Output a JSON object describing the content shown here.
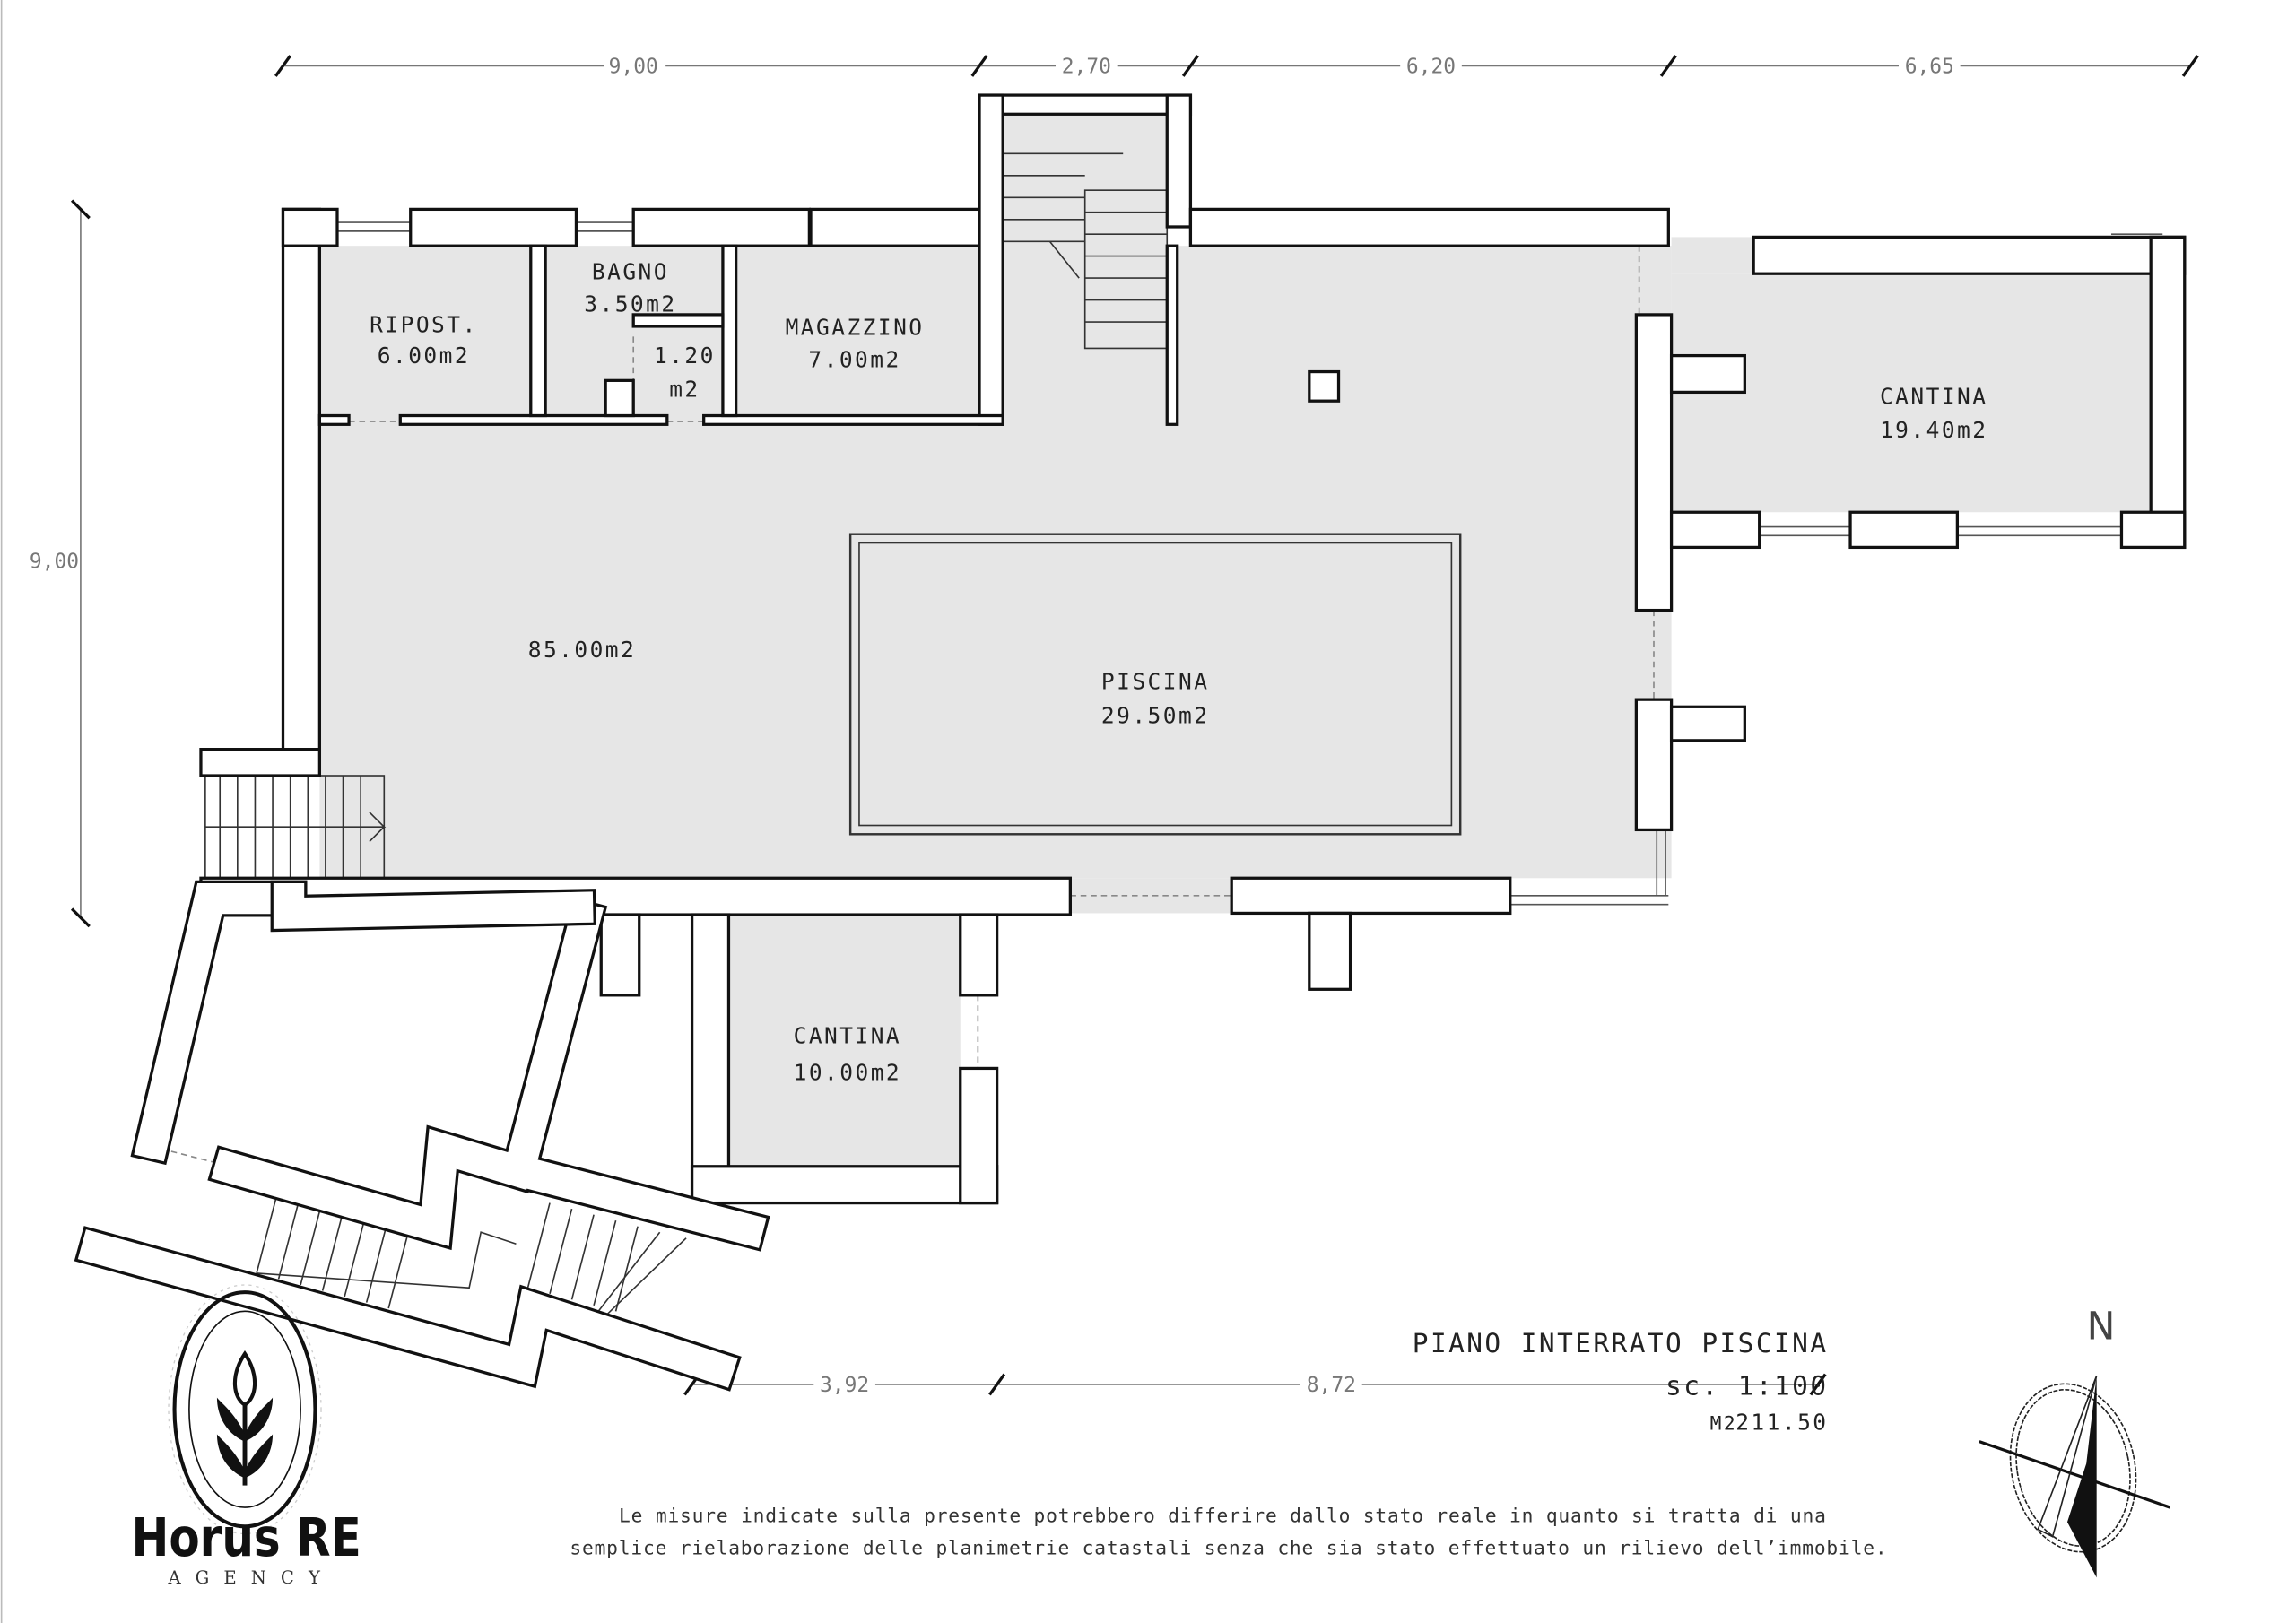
{
  "dimensions": {
    "top": [
      "9,00",
      "2,70",
      "6,20",
      "6,65"
    ],
    "left": "9,00",
    "bottom": [
      "3,92",
      "8,72"
    ]
  },
  "rooms": {
    "ripost": {
      "name": "RIPOST.",
      "area": "6.00m2"
    },
    "bagno": {
      "name": "BAGNO",
      "area": "3.50m2"
    },
    "wc": {
      "name": "1.20",
      "area": "m2"
    },
    "magazzino": {
      "name": "MAGAZZINO",
      "area": "7.00m2"
    },
    "main": {
      "area": "85.00m2"
    },
    "piscina": {
      "name": "PISCINA",
      "area": "29.50m2"
    },
    "cantina_right": {
      "name": "CANTINA",
      "area": "19.40m2"
    },
    "cantina_bottom": {
      "name": "CANTINA",
      "area": "10.00m2"
    }
  },
  "title_block": {
    "title": "PIANO INTERRATO PISCINA",
    "scale": "sc. 1:100",
    "area_label": "M2",
    "area_value": "211.50"
  },
  "disclaimer": {
    "line1": "Le misure indicate sulla presente potrebbero differire dallo stato reale in quanto si tratta di una",
    "line2": "semplice rielaborazione delle planimetrie catastali senza che sia stato effettuato un rilievo dell’immobile."
  },
  "logo": {
    "name": "Horus RE",
    "sub": "A G E N C Y"
  },
  "compass": {
    "north_label": "N"
  }
}
